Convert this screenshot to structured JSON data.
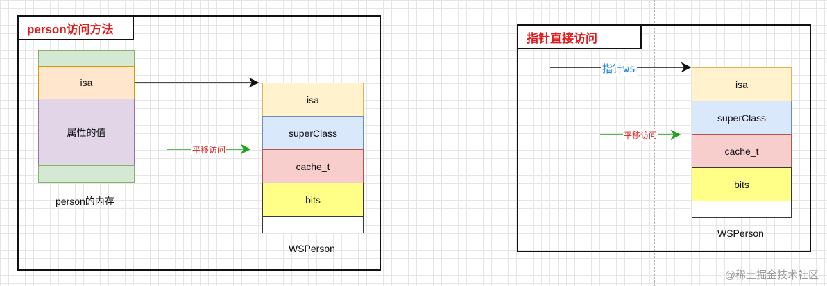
{
  "left_panel": {
    "title": "person访问方法",
    "memory": {
      "isa": "isa",
      "property_value": "属性的值",
      "caption": "person的内存"
    },
    "offset_label": "平移访问",
    "class_struct": {
      "isa": "isa",
      "superclass": "superClass",
      "cache": "cache_t",
      "bits": "bits",
      "caption": "WSPerson"
    }
  },
  "right_panel": {
    "title": "指针直接访问",
    "pointer_label": "指针ws",
    "offset_label": "平移访问",
    "class_struct": {
      "isa": "isa",
      "superclass": "superClass",
      "cache": "cache_t",
      "bits": "bits",
      "caption": "WSPerson"
    }
  },
  "watermark": "@稀土掘金技术社区",
  "colors": {
    "title_red": "#e01b1b",
    "arrow_green": "#22a022",
    "pointer_blue": "#1a7fe0",
    "isa_orange": "#ffe6cc",
    "purple": "#e1d5e7",
    "green_fill": "#d5e8d4",
    "beige": "#fff2cc",
    "blue_fill": "#dae8fc",
    "pink_fill": "#f8cecc",
    "yellow_fill": "#ffff88"
  }
}
